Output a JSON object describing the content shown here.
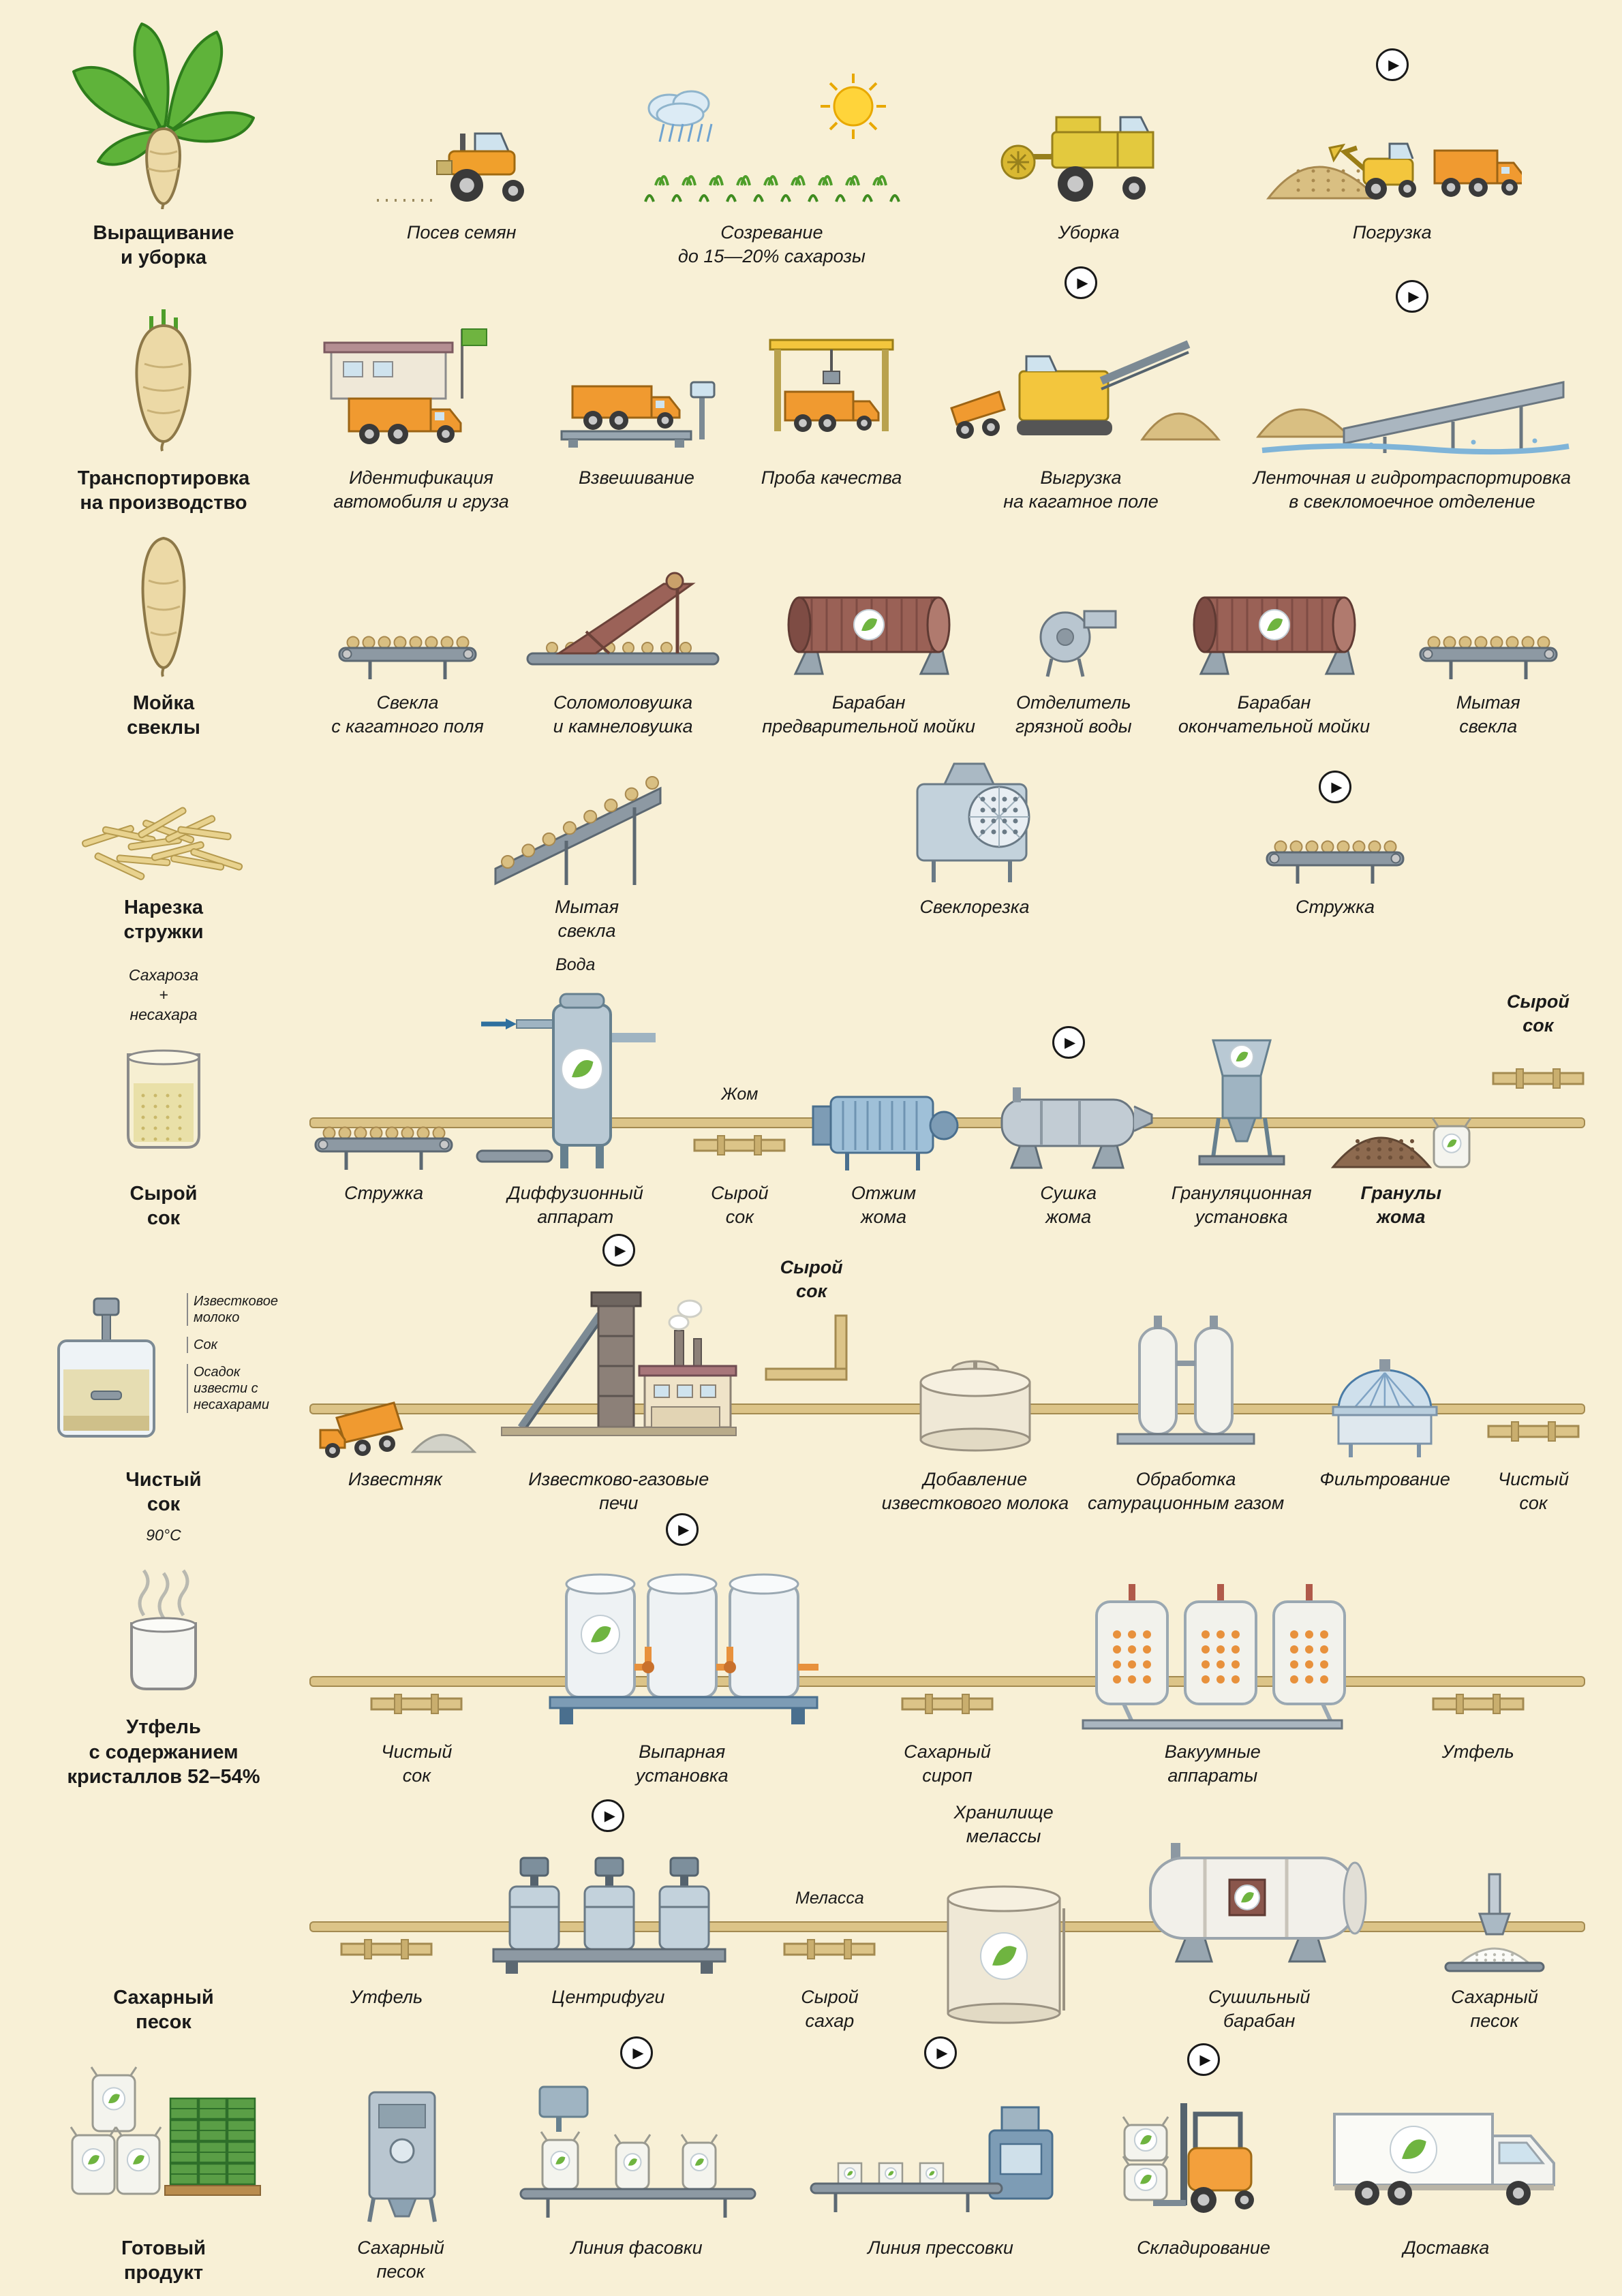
{
  "meta": {
    "background": "#f8f0d6",
    "accent_green": "#6fb440",
    "accent_orange": "#f09a30"
  },
  "play_symbol": "▶",
  "rows": [
    {
      "id": "harvest",
      "title": "Выращивание\nи уборка",
      "side_icon": "beet-plant",
      "steps": [
        {
          "label": "Посев семян",
          "icon": "tractor"
        },
        {
          "label": "Созревание\nдо 15—20% сахарозы",
          "icon": "field"
        },
        {
          "label": "Уборка",
          "icon": "harvester"
        },
        {
          "label": "Погрузка",
          "icon": "loading",
          "play": true
        }
      ]
    },
    {
      "id": "transport",
      "title": "Транспортировка\nна производство",
      "side_icon": "beet-root",
      "steps": [
        {
          "label": "Идентификация\nавтомобиля и груза",
          "icon": "truck-station"
        },
        {
          "label": "Взвешивание",
          "icon": "truck-scale"
        },
        {
          "label": "Проба качества",
          "icon": "truck-probe"
        },
        {
          "label": "Выгрузка\nна кагатное поле",
          "icon": "unloading",
          "play": true
        },
        {
          "label": "Ленточная и гидротраспортировка\nв свекломоечное отделение",
          "icon": "belt-water",
          "play": true
        }
      ]
    },
    {
      "id": "washing",
      "title": "Мойка\nсвеклы",
      "side_icon": "single-beet",
      "steps": [
        {
          "label": "Свекла\nс кагатного поля",
          "icon": "conveyor"
        },
        {
          "label": "Соломоловушка\nи камнеловушка",
          "icon": "trap"
        },
        {
          "label": "Барабан\nпредварительной мойки",
          "icon": "drum-brown"
        },
        {
          "label": "Отделитель\nгрязной воды",
          "icon": "separator"
        },
        {
          "label": "Барабан\nокончательной мойки",
          "icon": "drum-brown"
        },
        {
          "label": "Мытая\nсвекла",
          "icon": "conveyor"
        }
      ]
    },
    {
      "id": "cutting",
      "title": "Нарезка\nстружки",
      "side_icon": "chips-pile",
      "steps": [
        {
          "label": "Мытая\nсвекла",
          "icon": "conveyor-up"
        },
        {
          "label": "Свеклорезка",
          "icon": "cutter"
        },
        {
          "label": "Стружка",
          "icon": "conveyor",
          "play": true
        }
      ]
    },
    {
      "id": "raw-juice",
      "title": "Сырой\nсок",
      "side_icon": "juice-glass",
      "side_note": "Сахароза\n+\nнесахара",
      "steps": [
        {
          "label": "Стружка",
          "icon": "conveyor"
        },
        {
          "label": "Диффузионный\nаппарат",
          "icon": "diffusion",
          "note": "Вода"
        },
        {
          "label": "Сырой\nсок",
          "icon": "pipe",
          "note": "Жом"
        },
        {
          "label": "Отжим\nжома",
          "icon": "press"
        },
        {
          "label": "Сушка\nжома",
          "icon": "rotary",
          "play": true
        },
        {
          "label": "Грануляционная\nустановка",
          "icon": "granulator"
        },
        {
          "label": "Гранулы\nжома",
          "icon": "granule-pile",
          "bold": true
        },
        {
          "label": "Сырой\nсок",
          "icon": "pipe",
          "bold": true,
          "label_pos": "top"
        }
      ]
    },
    {
      "id": "clean-juice",
      "title": "Чистый\nсок",
      "side_icon": "beaker",
      "side_notes": [
        "Известковое\nмолоко",
        "Сок",
        "Осадок\nизвести с\nнесахарами"
      ],
      "steps": [
        {
          "label": "Известняк",
          "icon": "dump-truck"
        },
        {
          "label": "Известково-газовые\nпечи",
          "icon": "kiln",
          "play": true
        },
        {
          "label": "Сырой\nсок",
          "icon": "pipe-elbow",
          "bold": true,
          "label_pos": "top"
        },
        {
          "label": "Добавление\nизвесткового молока",
          "icon": "mixer-tank"
        },
        {
          "label": "Обработка\nсатурационным газом",
          "icon": "twin-columns"
        },
        {
          "label": "Фильтрование",
          "icon": "filter"
        },
        {
          "label": "Чистый\nсок",
          "icon": "pipe"
        }
      ]
    },
    {
      "id": "massecuite",
      "title": "Утфель\nс содержанием\nкристаллов 52–54%",
      "side_icon": "steam-cup",
      "side_note": "90°C",
      "steps": [
        {
          "label": "Чистый\nсок",
          "icon": "pipe"
        },
        {
          "label": "Выпарная\nустановка",
          "icon": "evaporators",
          "play": true
        },
        {
          "label": "Сахарный\nсироп",
          "icon": "pipe"
        },
        {
          "label": "Вакуумные\nаппараты",
          "icon": "vacuum"
        },
        {
          "label": "Утфель",
          "icon": "pipe"
        }
      ]
    },
    {
      "id": "sugar",
      "title": "Сахарный\nпесок",
      "side_icon": "sugar-pile",
      "steps": [
        {
          "label": "Утфель",
          "icon": "pipe"
        },
        {
          "label": "Центрифуги",
          "icon": "centrifuges",
          "play": true
        },
        {
          "label": "Сырой\nсахар",
          "icon": "pipe",
          "note": "Меласса"
        },
        {
          "label": "Хранилище\nмелассы",
          "icon": "molasses-tank",
          "label_pos": "top"
        },
        {
          "label": "Сушильный\nбарабан",
          "icon": "dryer"
        },
        {
          "label": "Сахарный\nпесок",
          "icon": "outlet"
        }
      ]
    },
    {
      "id": "product",
      "title": "Готовый\nпродукт",
      "side_icon": "bags-pallet",
      "steps": [
        {
          "label": "Сахарный\nпесок",
          "icon": "hopper-machine"
        },
        {
          "label": "Линия фасовки",
          "icon": "packing",
          "play": true
        },
        {
          "label": "Линия прессовки",
          "icon": "pressing",
          "play": true
        },
        {
          "label": "Складирование",
          "icon": "forklift",
          "play": true
        },
        {
          "label": "Доставка",
          "icon": "truck-box"
        }
      ]
    }
  ]
}
